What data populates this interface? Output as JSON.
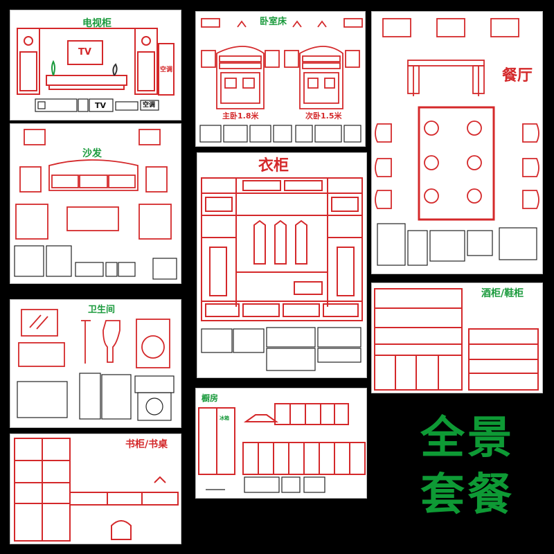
{
  "panels": {
    "tv": {
      "title": "电视柜",
      "tv_label": "TV",
      "ac_label": "空调",
      "thumb_tv": "TV",
      "thumb_ac": "空调"
    },
    "bedroom": {
      "title": "卧室床",
      "master": "主卧1.8米",
      "second": "次卧1.5米"
    },
    "dining": {
      "title": "餐厅"
    },
    "sofa": {
      "title": "沙发"
    },
    "wardrobe": {
      "title": "衣柜"
    },
    "wine": {
      "title": "酒柜/鞋柜"
    },
    "bath": {
      "title": "卫生间"
    },
    "kitchen": {
      "title": "橱房",
      "fridge_label": "冰箱"
    },
    "study": {
      "title": "书柜/书桌"
    }
  },
  "headline": {
    "line1": "全景",
    "line2": "套餐"
  },
  "colors": {
    "background": "#000000",
    "line_red": "#d4282a",
    "title_green": "#1a9a3c",
    "headline_green": "#0e9a35"
  }
}
